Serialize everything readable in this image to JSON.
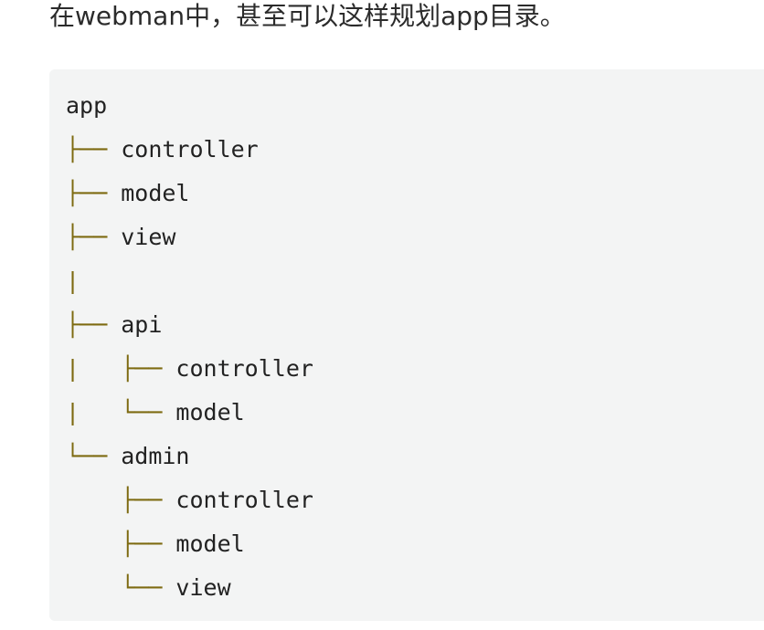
{
  "intro": {
    "text": "在webman中，甚至可以这样规划app目录。"
  },
  "code": {
    "lines": [
      {
        "prefix": "",
        "name": "app"
      },
      {
        "prefix": "├── ",
        "name": "controller"
      },
      {
        "prefix": "├── ",
        "name": "model"
      },
      {
        "prefix": "├── ",
        "name": "view"
      },
      {
        "prefix": "|",
        "name": ""
      },
      {
        "prefix": "├── ",
        "name": "api"
      },
      {
        "prefix": "|   ├── ",
        "name": "controller"
      },
      {
        "prefix": "|   └── ",
        "name": "model"
      },
      {
        "prefix": "└── ",
        "name": "admin"
      },
      {
        "prefix": "    ├── ",
        "name": "controller"
      },
      {
        "prefix": "    ├── ",
        "name": "model"
      },
      {
        "prefix": "    └── ",
        "name": "view"
      }
    ]
  },
  "colors": {
    "code_background": "#f3f4f4",
    "tree_glyphs": "#7d6a10",
    "text": "#222222"
  }
}
